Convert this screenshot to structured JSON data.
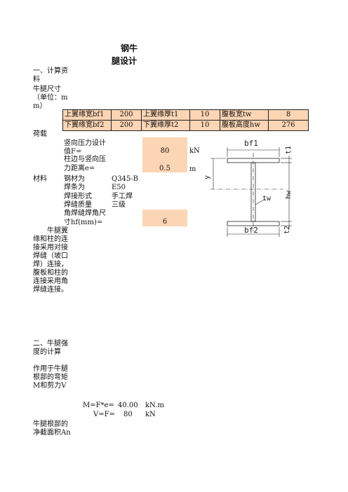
{
  "title": {
    "line1": "钢牛",
    "line2": "腿设计"
  },
  "section1": {
    "heading": "一、计算资料",
    "dims_label": "牛腿尺寸（单位：mm）"
  },
  "dims_table": [
    [
      {
        "label": "上翼缘宽bf1",
        "value": "200"
      },
      {
        "label": "上翼缘厚t1",
        "value": "10"
      },
      {
        "label": "腹板宽tw",
        "value": "8"
      }
    ],
    [
      {
        "label": "下翼缘宽bf2",
        "value": "200"
      },
      {
        "label": "下翼缘厚t2",
        "value": "10"
      },
      {
        "label": "腹板高度hw",
        "value": "276"
      }
    ]
  ],
  "loads": {
    "heading": "荷载",
    "force_label_a": "竖向压力设计",
    "force_label_b": "值F=",
    "force_value": "80",
    "force_unit": "kN",
    "ecc_label_a": "柱边与竖向压",
    "ecc_label_b": "力距离e=",
    "ecc_value": "0.5",
    "ecc_unit": "m"
  },
  "materials": {
    "heading": "材料",
    "steel_label": "钢材为",
    "steel_value": "Q345-B",
    "rod_label": "焊条为",
    "rod_value": "E50",
    "weld_form_label": "焊接形式",
    "weld_form_value": "手工焊",
    "weld_quality_label": "焊缝质量",
    "weld_quality_value": "三级",
    "fillet_label_a": "角焊缝焊角尺",
    "fillet_label_b": "寸hf(mm)=",
    "fillet_value": "6"
  },
  "note": "牛腿翼缘和柱的连接采用对接焊缝（坡口焊）连接，腹板和柱的连接采用角焊缝连接。",
  "section2": {
    "heading": "二、牛腿强度的计算",
    "desc": "作用于牛腿根部的弯矩M和剪力V",
    "m_label": "M=F*e=",
    "m_value": "40.00",
    "m_unit": "kN.m",
    "v_label": "V=F=",
    "v_value": "80",
    "v_unit": "kN",
    "area_label": "牛腿根部的净截面积An"
  },
  "diagram": {
    "bf1": "bf1",
    "bf2": "bf2",
    "t1": "t1",
    "t2": "t2",
    "hw": "hw",
    "tw": "tw",
    "y": "y"
  }
}
